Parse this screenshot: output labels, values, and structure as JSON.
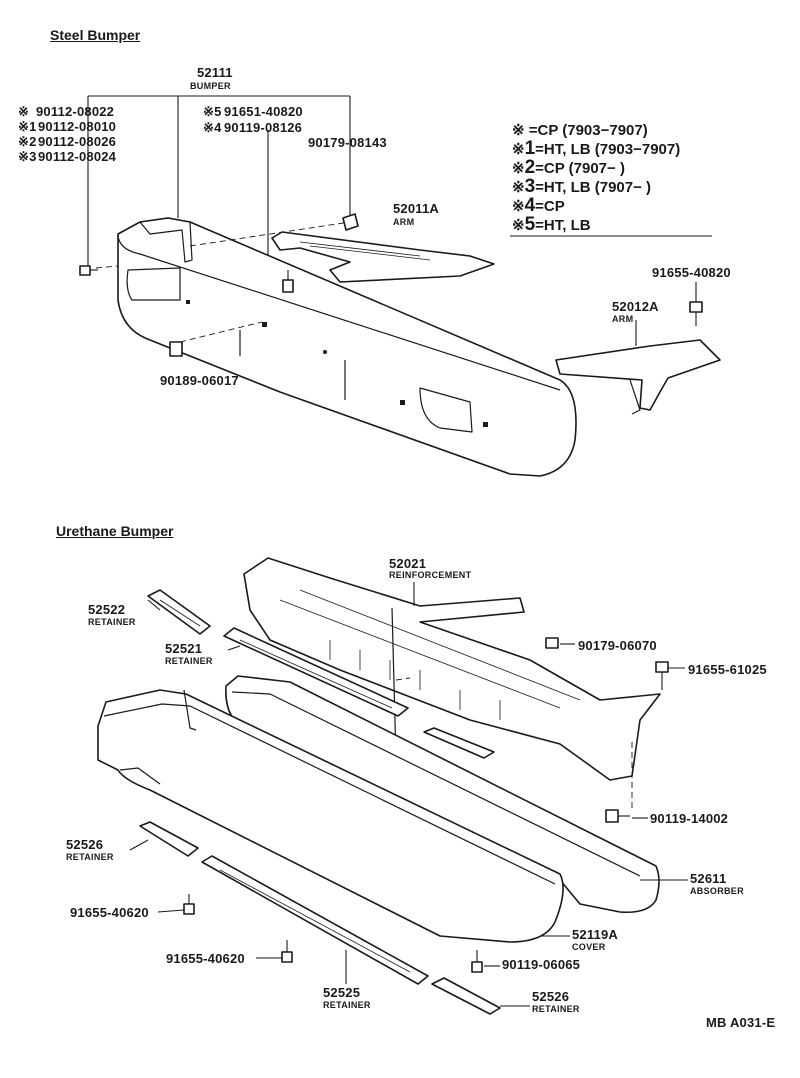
{
  "sections": {
    "steel": "Steel Bumper",
    "urethane": "Urethane Bumper"
  },
  "steel_parts": {
    "p52111": {
      "num": "52111",
      "name": "BUMPER"
    },
    "bolt_a": "90112-08022",
    "bolt_1": "90112-08010",
    "bolt_2": "90112-08026",
    "bolt_3": "90112-08024",
    "bolt_5": "91651-40820",
    "bolt_4": "90119-08126",
    "nut": "90179-08143",
    "arm_a": {
      "num": "52011A",
      "name": "ARM"
    },
    "arm_b": {
      "num": "52012A",
      "name": "ARM"
    },
    "bolt_arm": "91655-40820",
    "clip": "90189-06017"
  },
  "markers": {
    "m0": "※",
    "m1": "※1",
    "m2": "※2",
    "m3": "※3",
    "m4": "※4",
    "m5": "※5"
  },
  "legend": [
    {
      "mark": "※",
      "num": "",
      "text": "=CP (7903−7907)"
    },
    {
      "mark": "※",
      "num": "1",
      "text": "=HT, LB (7903−7907)"
    },
    {
      "mark": "※",
      "num": "2",
      "text": "=CP (7907−        )"
    },
    {
      "mark": "※",
      "num": "3",
      "text": "=HT, LB (7907−        )"
    },
    {
      "mark": "※",
      "num": "4",
      "text": "=CP"
    },
    {
      "mark": "※",
      "num": "5",
      "text": "=HT, LB"
    }
  ],
  "urethane_parts": {
    "reinf": {
      "num": "52021",
      "name": "REINFORCEMENT"
    },
    "ret_52522": {
      "num": "52522",
      "name": "RETAINER"
    },
    "ret_52521": {
      "num": "52521",
      "name": "RETAINER"
    },
    "nut_a": "90179-06070",
    "bolt_a": "91655-61025",
    "bolt_b": "90119-14002",
    "absorber": {
      "num": "52611",
      "name": "ABSORBER"
    },
    "cover": {
      "num": "52119A",
      "name": "COVER"
    },
    "ret_52526_a": {
      "num": "52526",
      "name": "RETAINER"
    },
    "ret_52526_b": {
      "num": "52526",
      "name": "RETAINER"
    },
    "bolt_c": "91655-40620",
    "bolt_d": "91655-40620",
    "bolt_e": "90119-06065",
    "ret_52525": {
      "num": "52525",
      "name": "RETAINER"
    }
  },
  "footer": {
    "code": "MB A031-E"
  }
}
